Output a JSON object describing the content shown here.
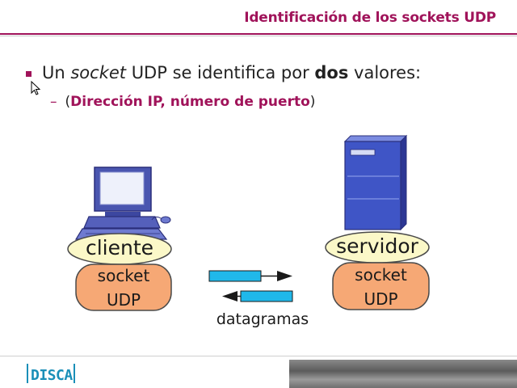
{
  "header": {
    "title": "Identificación de los sockets UDP"
  },
  "bullet1": {
    "pre": "Un ",
    "italic": "socket",
    "mid": " UDP se identifica por ",
    "bold": "dos",
    "post": " valores:"
  },
  "bullet2": {
    "dash": "–",
    "open": "(",
    "strong": "Dirección IP, número de puerto",
    "close": ")"
  },
  "diagram": {
    "client_label": "cliente",
    "server_label": "servidor",
    "socket_line1": "socket",
    "socket_line2": "UDP",
    "datagrams_label": "datagramas"
  },
  "footer": {
    "logo_text": "DISCA"
  },
  "colors": {
    "accent": "#a0135a",
    "oval_fill": "#fbf8c8",
    "socket_fill": "#f6a875",
    "arrow_fill": "#20b8ea",
    "server_blue": "#3f55c6"
  }
}
